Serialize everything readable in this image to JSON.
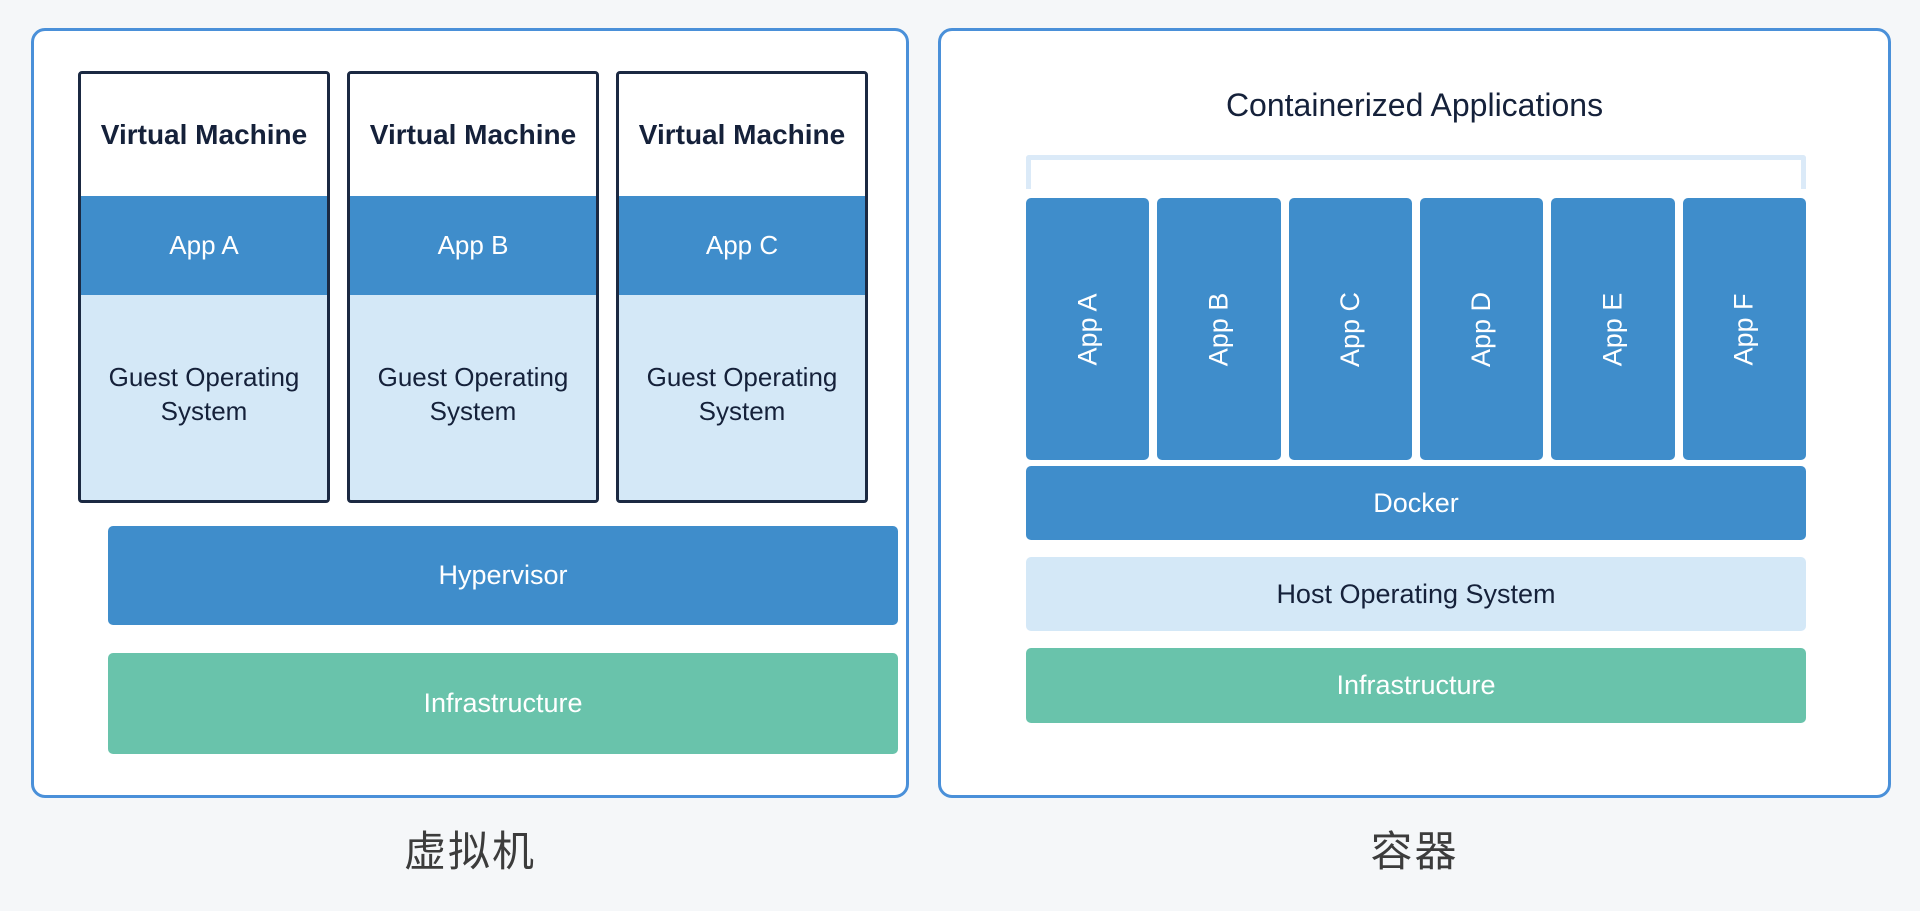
{
  "theme": {
    "page_background": "#f5f7f9",
    "panel_border": "#4a90d9",
    "box_border": "#1b2942",
    "app_blue": "#3f8dcb",
    "os_light_blue": "#d4e8f7",
    "infra_green": "#69c3ab",
    "bracket_blue": "#dbeaf8",
    "dark_text": "#15213a",
    "caption_text": "#3c3c3c"
  },
  "vm_panel": {
    "caption": "虚拟机",
    "machines": [
      {
        "title": "Virtual Machine",
        "app": "App A",
        "guest_os": "Guest Operating System"
      },
      {
        "title": "Virtual Machine",
        "app": "App B",
        "guest_os": "Guest Operating System"
      },
      {
        "title": "Virtual Machine",
        "app": "App C",
        "guest_os": "Guest Operating System"
      }
    ],
    "hypervisor": "Hypervisor",
    "infrastructure": "Infrastructure"
  },
  "container_panel": {
    "caption": "容器",
    "title": "Containerized Applications",
    "apps": [
      "App A",
      "App B",
      "App C",
      "App D",
      "App E",
      "App F"
    ],
    "docker": "Docker",
    "host_os": "Host Operating System",
    "infrastructure": "Infrastructure"
  }
}
